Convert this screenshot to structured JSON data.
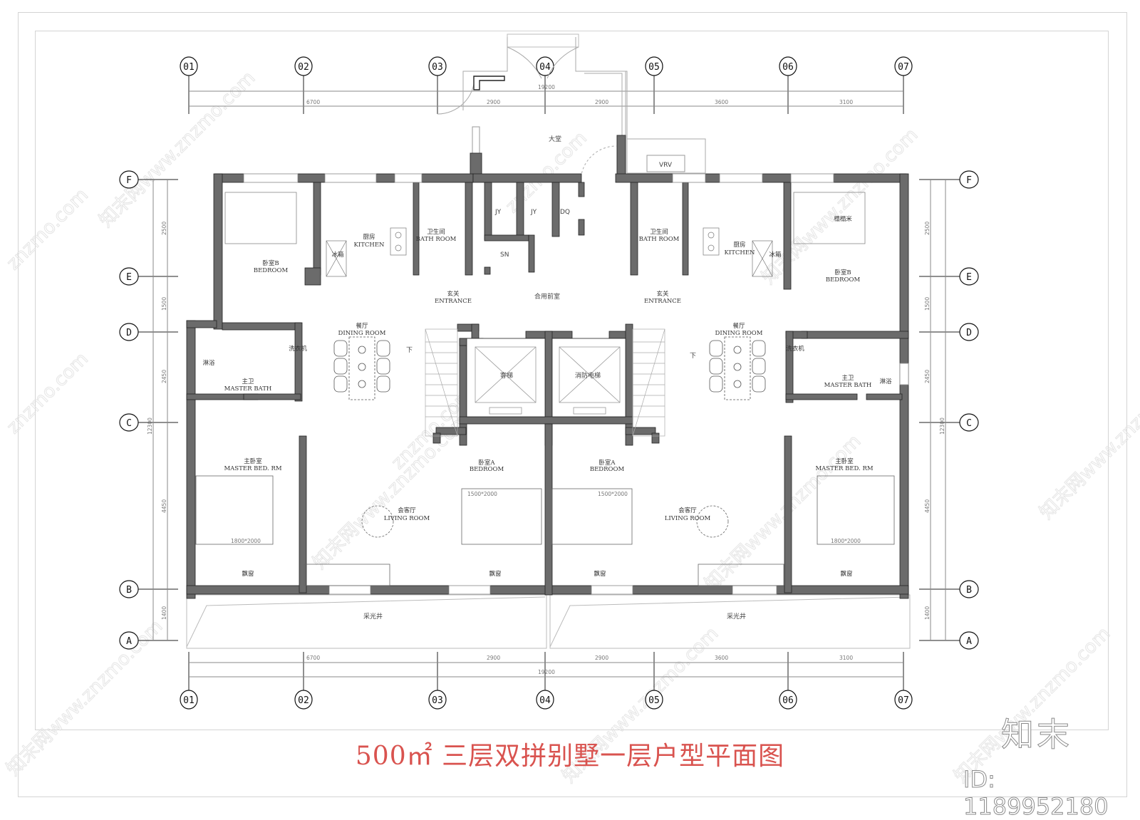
{
  "drawing": {
    "title": "500㎡ 三层双拼别墅一层户型平面图",
    "brand": "知末",
    "brand_id": "ID: 1189952180",
    "watermark": "znzmo.com 知末网www.znzmo.com"
  },
  "axes": {
    "columns": [
      "01",
      "02",
      "03",
      "04",
      "05",
      "06",
      "07"
    ],
    "rows": [
      "F",
      "E",
      "D",
      "C",
      "B",
      "A"
    ]
  },
  "dimensions": {
    "horizontal_segments": [
      "6700",
      "2900",
      "2900",
      "3600",
      "3100"
    ],
    "horizontal_total": "19200",
    "vertical_segments": [
      "2500",
      "1500",
      "2450",
      "4450",
      "1400"
    ],
    "vertical_total": "12300"
  },
  "public": {
    "lobby": "大堂",
    "shared_vestibule": "合用前室",
    "jy_1": "JY",
    "jy_2": "JY",
    "dq": "DQ",
    "sn": "SN",
    "vrv": "VRV",
    "passenger_elevator": "客梯",
    "fire_elevator": "消防电梯",
    "stair_down": "下",
    "light_well": "采光井"
  },
  "left_unit": {
    "bedroom_b": {
      "cn": "卧室B",
      "en": "BEDROOM"
    },
    "kitchen": {
      "cn": "厨房",
      "en": "KITCHEN"
    },
    "fridge": "冰箱",
    "bath": {
      "cn": "卫生间",
      "en": "BATH ROOM"
    },
    "entrance": {
      "cn": "玄关",
      "en": "ENTRANCE"
    },
    "dining": {
      "cn": "餐厅",
      "en": "DINING ROOM"
    },
    "shower": "淋浴",
    "washer": "洗衣机",
    "master_bath": {
      "cn": "主卫",
      "en": "MASTER BATH"
    },
    "master_bed": {
      "cn": "主卧室",
      "en": "MASTER BED. RM"
    },
    "master_bed_size": "1800*2000",
    "living": {
      "cn": "会客厅",
      "en": "LIVING ROOM"
    },
    "bedroom_a": {
      "cn": "卧室A",
      "en": "BEDROOM"
    },
    "bedroom_a_size": "1500*2000",
    "bay_window": "飘窗"
  },
  "right_unit": {
    "bedroom_b": {
      "cn": "卧室B",
      "en": "BEDROOM"
    },
    "tatami": "榻榻米",
    "kitchen": {
      "cn": "厨房",
      "en": "KITCHEN"
    },
    "fridge": "冰箱",
    "bath": {
      "cn": "卫生间",
      "en": "BATH ROOM"
    },
    "entrance": {
      "cn": "玄关",
      "en": "ENTRANCE"
    },
    "dining": {
      "cn": "餐厅",
      "en": "DINING ROOM"
    },
    "shower": "淋浴",
    "washer": "洗衣机",
    "master_bath": {
      "cn": "主卫",
      "en": "MASTER BATH"
    },
    "master_bed": {
      "cn": "主卧室",
      "en": "MASTER BED. RM"
    },
    "master_bed_size": "1800*2000",
    "living": {
      "cn": "会客厅",
      "en": "LIVING ROOM"
    },
    "bedroom_a": {
      "cn": "卧室A",
      "en": "BEDROOM"
    },
    "bedroom_a_size": "1500*2000",
    "bay_window": "飘窗"
  },
  "colors": {
    "wall": "#6b6b6b",
    "line": "#555555",
    "title": "#d9534f"
  }
}
